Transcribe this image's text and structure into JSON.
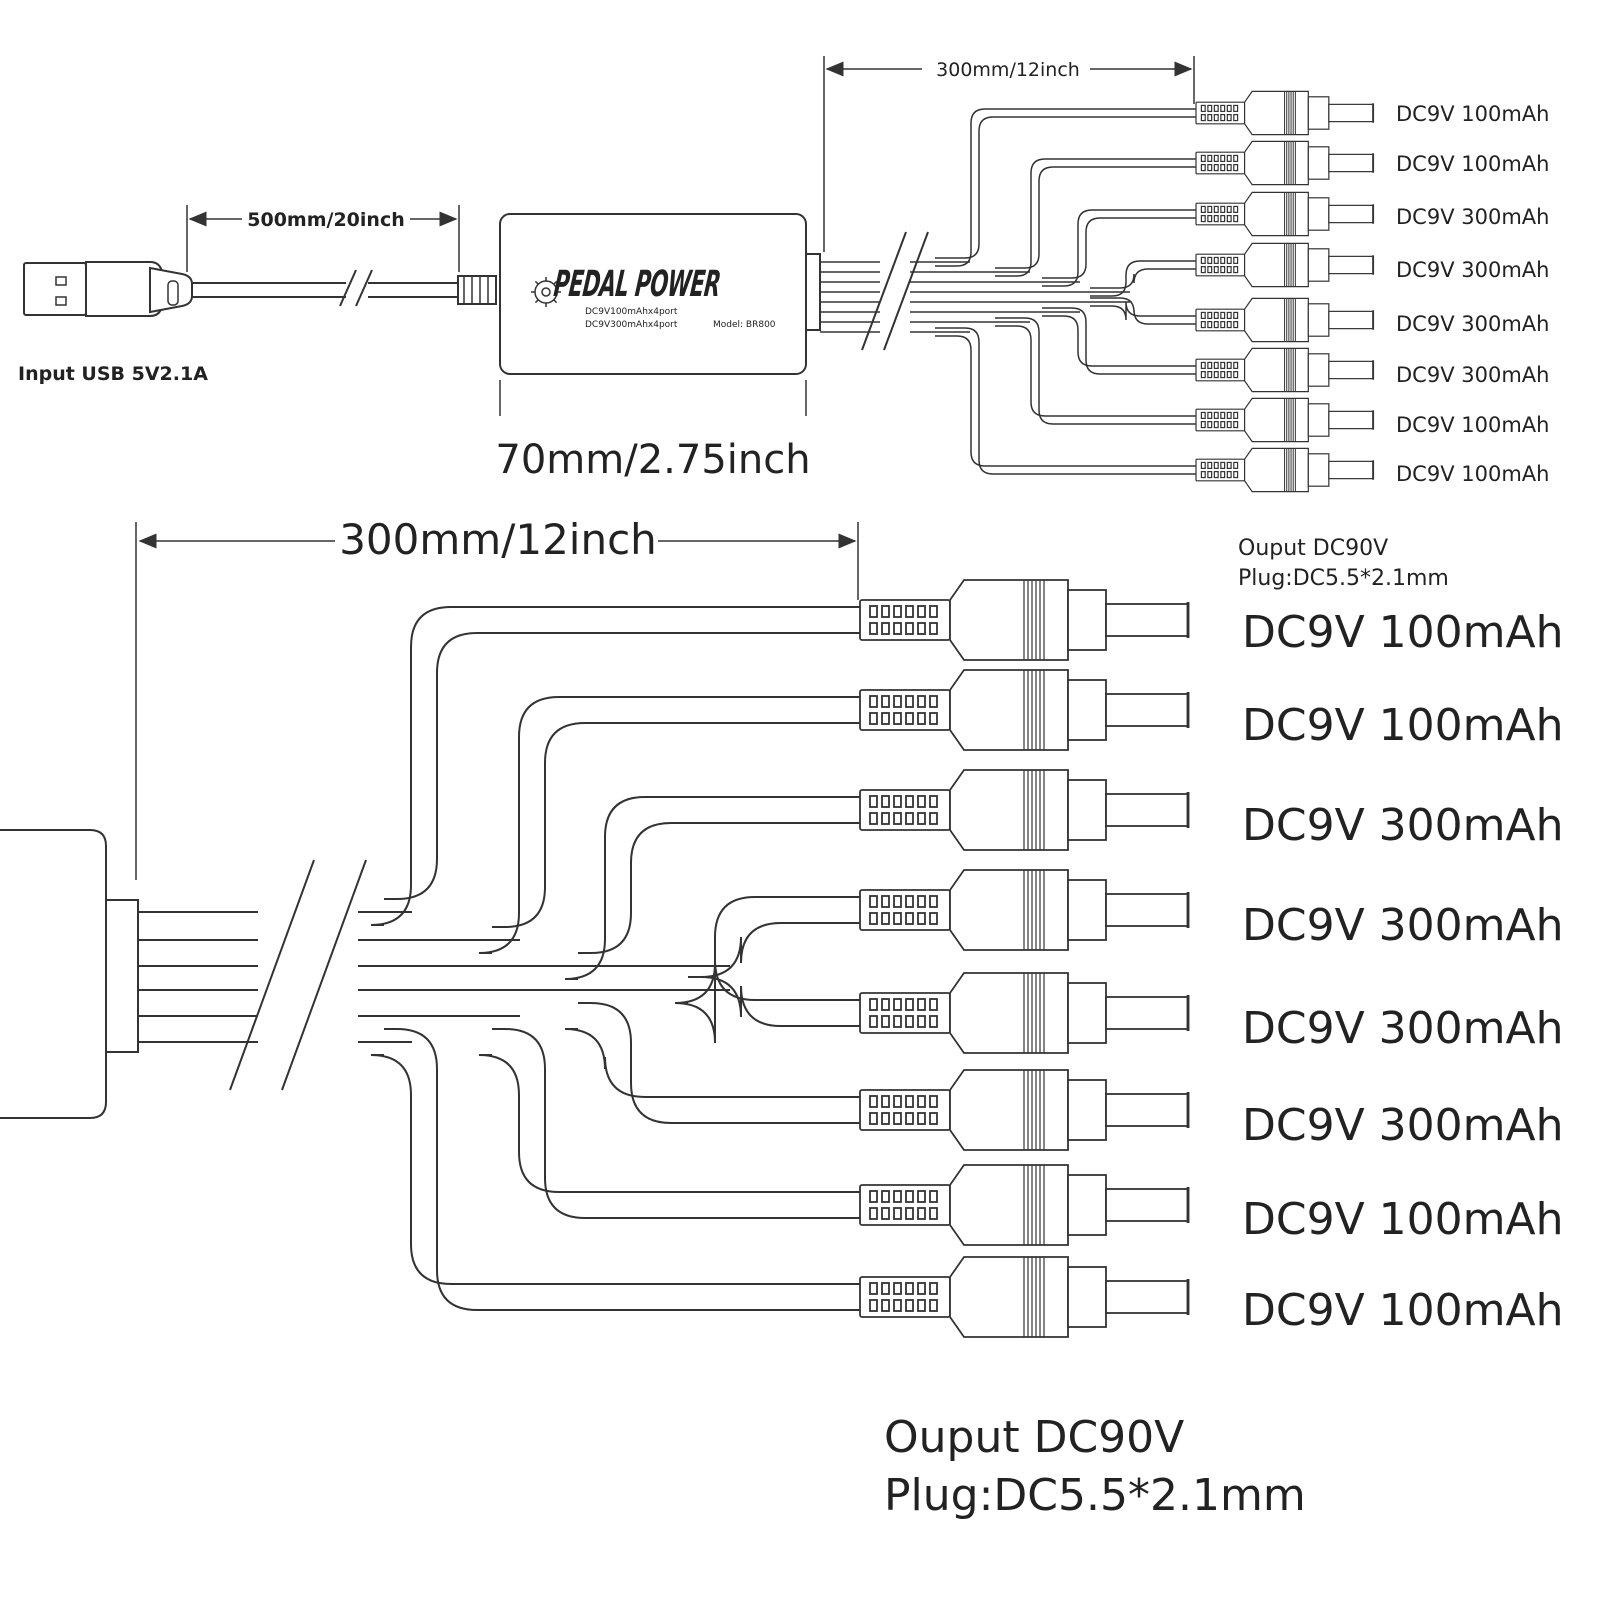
{
  "top": {
    "usb_label": "Input USB 5V2.1A",
    "usb_cable_length": "500mm/20inch",
    "box_width": "70mm/2.75inch",
    "branch_length": "300mm/12inch",
    "box": {
      "brand": "PEDAL POWER",
      "spec_line_1": "DC9V100mAhx4port",
      "spec_line_2": "DC9V300mAhx4port",
      "model": "Model: BR800"
    },
    "outputs": [
      "DC9V 100mAh",
      "DC9V 100mAh",
      "DC9V 300mAh",
      "DC9V 300mAh",
      "DC9V 300mAh",
      "DC9V 300mAh",
      "DC9V 100mAh",
      "DC9V 100mAh"
    ]
  },
  "detail": {
    "branch_length": "300mm/12inch",
    "small_caption_line_1": "Ouput DC90V",
    "small_caption_line_2": "Plug:DC5.5*2.1mm",
    "outputs": [
      "DC9V 100mAh",
      "DC9V 100mAh",
      "DC9V 300mAh",
      "DC9V 300mAh",
      "DC9V 300mAh",
      "DC9V 300mAh",
      "DC9V 100mAh",
      "DC9V 100mAh"
    ],
    "caption_line_1": "Ouput DC90V",
    "caption_line_2": "Plug:DC5.5*2.1mm"
  }
}
